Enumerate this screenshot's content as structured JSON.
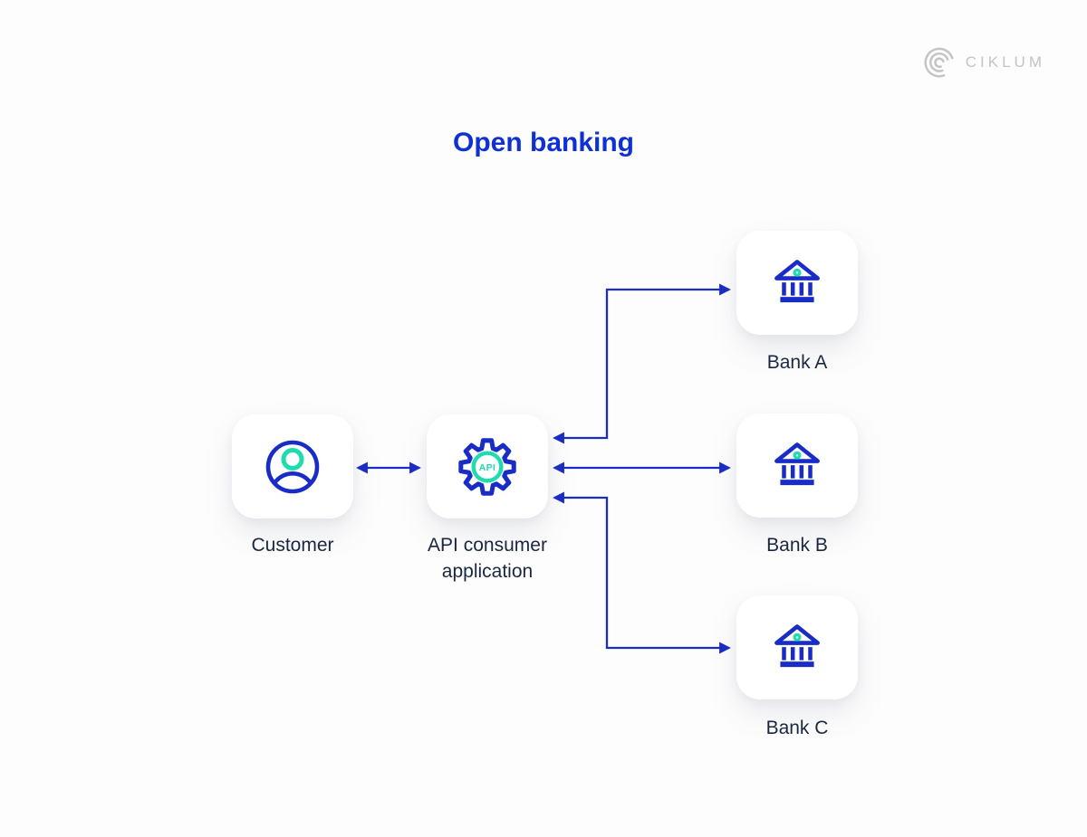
{
  "page": {
    "title": "Open banking"
  },
  "brand": {
    "name": "CIKLUM",
    "logo_icon": "ciklum-concentric-c-mark"
  },
  "colors": {
    "title_blue": "#0f31d4",
    "line_blue": "#1b2dc2",
    "icon_blue": "#1a2cc6",
    "accent_green": "#1edcae",
    "label_dark": "#1b2740",
    "logo_gray": "#c4c4c6",
    "card_bg": "#ffffff",
    "page_bg": "#fdfdfd"
  },
  "nodes": {
    "customer": {
      "label": "Customer",
      "icon": "person-icon"
    },
    "api": {
      "label": "API consumer application",
      "icon": "gear-api-icon",
      "icon_text": "API"
    },
    "bank_a": {
      "label": "Bank A",
      "icon": "bank-icon"
    },
    "bank_b": {
      "label": "Bank B",
      "icon": "bank-icon"
    },
    "bank_c": {
      "label": "Bank C",
      "icon": "bank-icon"
    }
  },
  "edges": [
    {
      "from": "Customer",
      "to": "API consumer application",
      "bidirectional": true,
      "shape": "straight"
    },
    {
      "from": "API consumer application",
      "to": "Bank A",
      "bidirectional": true,
      "shape": "elbow-up"
    },
    {
      "from": "API consumer application",
      "to": "Bank B",
      "bidirectional": true,
      "shape": "straight"
    },
    {
      "from": "API consumer application",
      "to": "Bank C",
      "bidirectional": true,
      "shape": "elbow-down"
    }
  ]
}
